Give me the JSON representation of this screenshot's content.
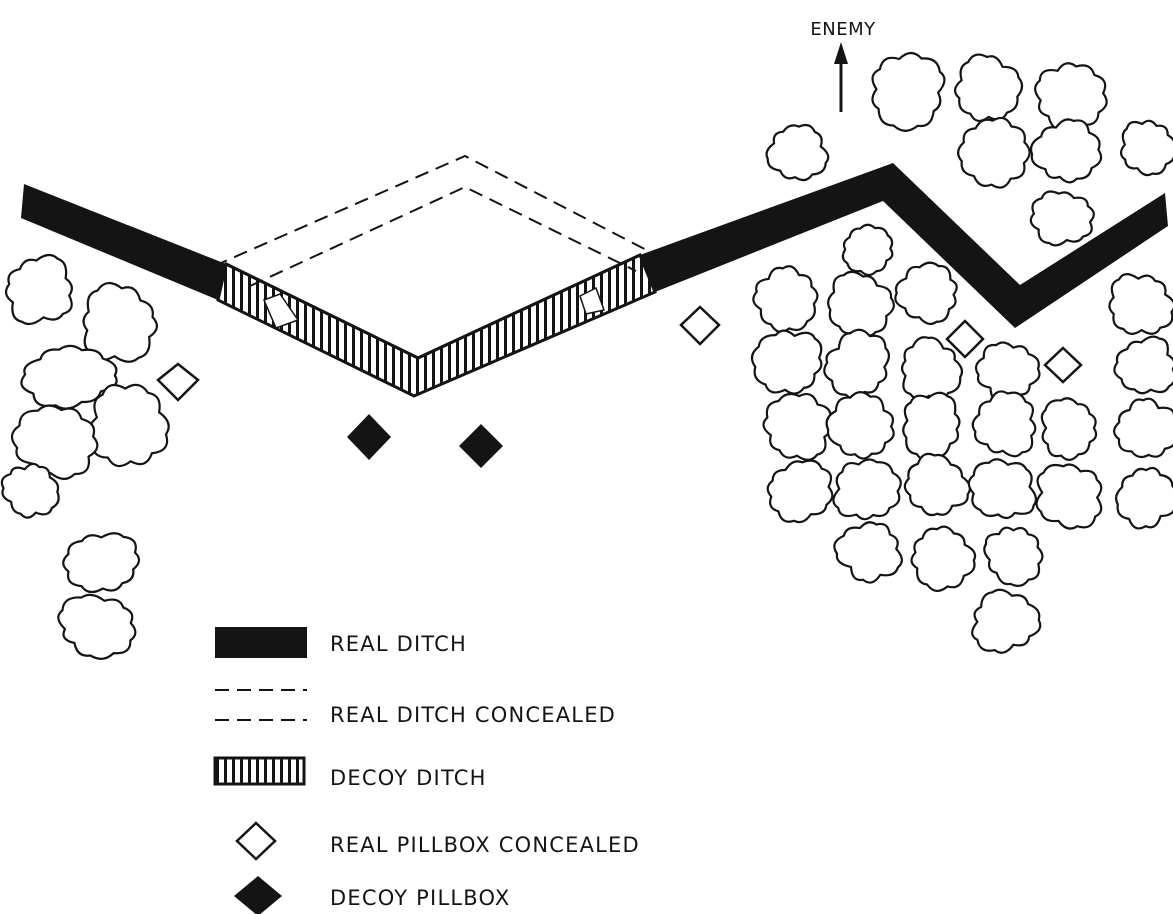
{
  "direction_label": "ENEMY",
  "legend": {
    "real_ditch": "REAL DITCH",
    "real_ditch_concealed": "REAL DITCH CONCEALED",
    "decoy_ditch": "DECOY DITCH",
    "real_pillbox_concealed": "REAL PILLBOX CONCEALED",
    "decoy_pillbox": "DECOY PILLBOX"
  },
  "colors": {
    "ink": "#141414",
    "paper": "#ffffff"
  }
}
